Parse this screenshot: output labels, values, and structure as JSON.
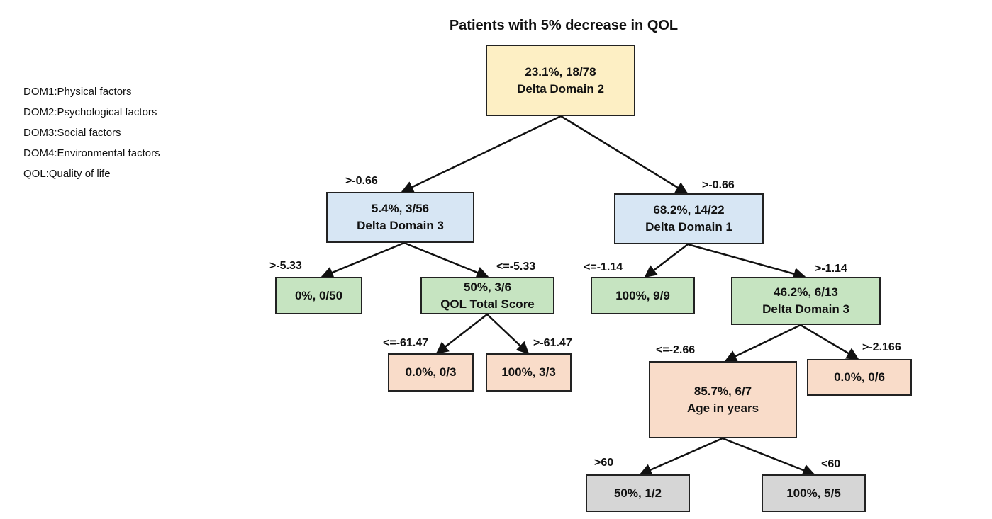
{
  "title": "Patients with 5% decrease in QOL",
  "legend": [
    "DOM1:Physical factors",
    "DOM2:Psychological factors",
    "DOM3:Social factors",
    "DOM4:Environmental factors",
    "QOL:Quality of life"
  ],
  "nodes": {
    "root": {
      "stat": "23.1%, 18/78",
      "var": "Delta Domain 2",
      "color": "#fdefc4"
    },
    "left": {
      "stat": "5.4%, 3/56",
      "var": "Delta Domain 3",
      "color": "#d7e6f4"
    },
    "right": {
      "stat": "68.2%, 14/22",
      "var": "Delta Domain 1",
      "color": "#d7e6f4"
    },
    "ll": {
      "stat": "0%, 0/50",
      "color": "#c6e4c1"
    },
    "lr": {
      "stat": "50%, 3/6",
      "var": "QOL Total Score",
      "color": "#c6e4c1"
    },
    "rl": {
      "stat": "100%, 9/9",
      "color": "#c6e4c1"
    },
    "rr": {
      "stat": "46.2%, 6/13",
      "var": "Delta Domain 3",
      "color": "#c6e4c1"
    },
    "lrl": {
      "stat": "0.0%, 0/3",
      "color": "#f9dcc9"
    },
    "lrr": {
      "stat": "100%, 3/3",
      "color": "#f9dcc9"
    },
    "rrl": {
      "stat": "85.7%, 6/7",
      "var": "Age in years",
      "color": "#f9dcc9"
    },
    "rrr": {
      "stat": "0.0%, 0/6",
      "color": "#f9dcc9"
    },
    "rrll": {
      "stat": "50%, 1/2",
      "color": "#d6d6d6"
    },
    "rrlr": {
      "stat": "100%, 5/5",
      "color": "#d6d6d6"
    }
  },
  "edges": {
    "root_left": ">-0.66",
    "root_right": ">-0.66",
    "left_ll": ">-5.33",
    "left_lr": "<=-5.33",
    "right_rl": "<=-1.14",
    "right_rr": ">-1.14",
    "lr_lrl": "<=-61.47",
    "lr_lrr": ">-61.47",
    "rr_rrl": "<=-2.66",
    "rr_rrr": ">-2.166",
    "rrl_rrll": ">60",
    "rrl_rrlr": "<60"
  }
}
